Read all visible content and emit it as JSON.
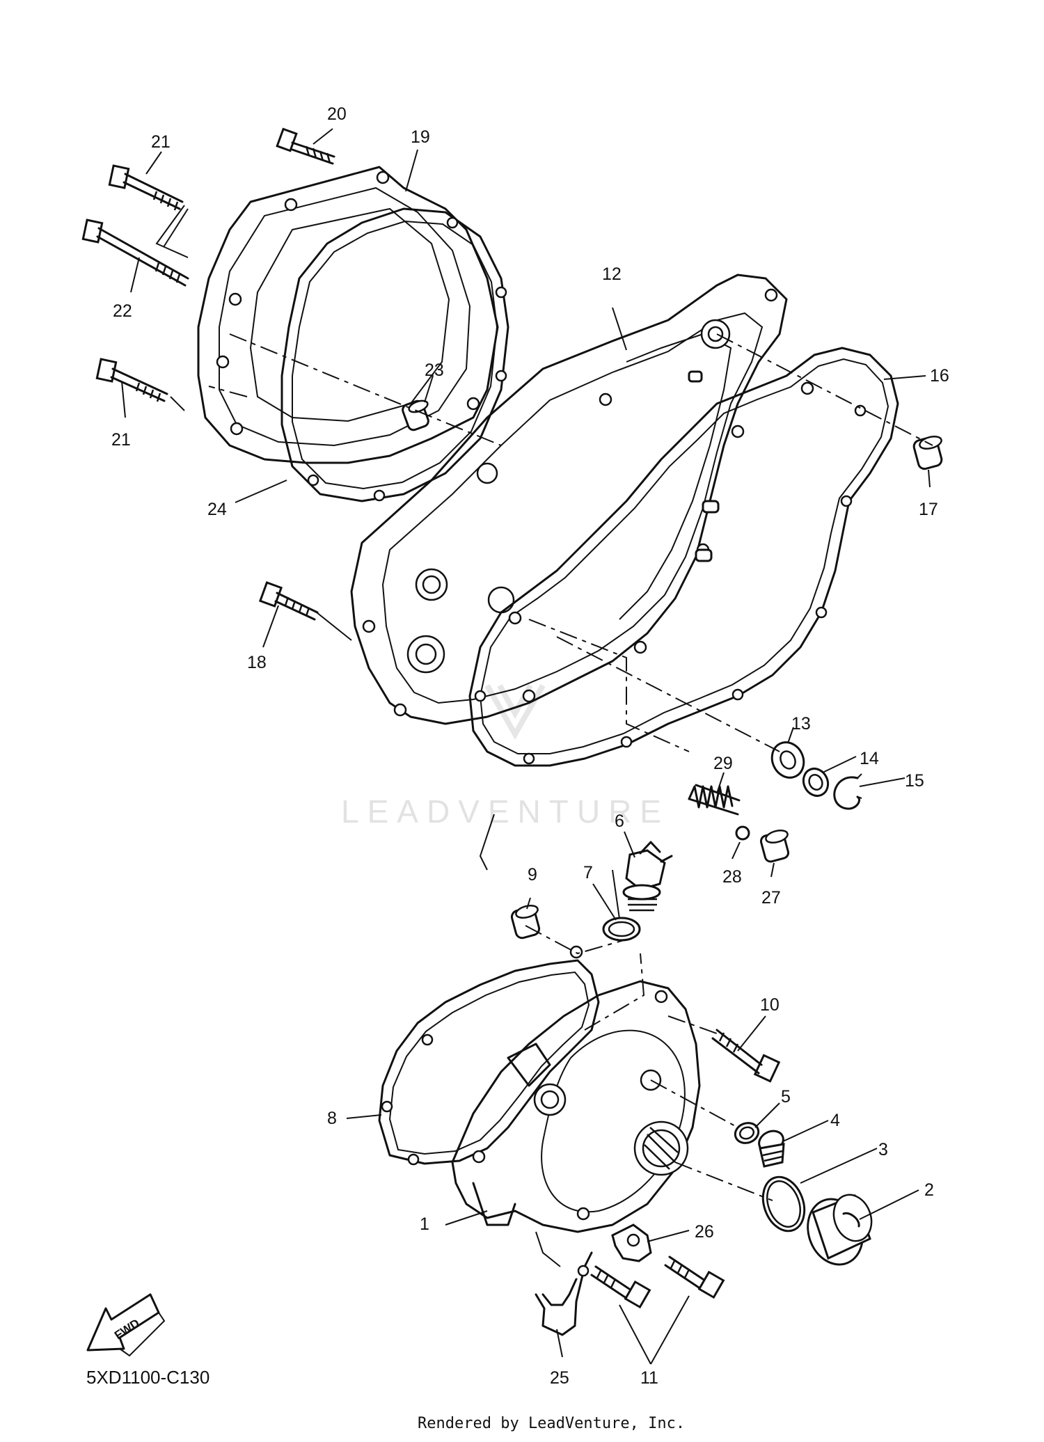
{
  "diagram": {
    "callouts": [
      {
        "num": "1"
      },
      {
        "num": "2"
      },
      {
        "num": "3"
      },
      {
        "num": "4"
      },
      {
        "num": "5"
      },
      {
        "num": "6"
      },
      {
        "num": "7"
      },
      {
        "num": "8"
      },
      {
        "num": "9"
      },
      {
        "num": "10"
      },
      {
        "num": "11"
      },
      {
        "num": "12"
      },
      {
        "num": "13"
      },
      {
        "num": "14"
      },
      {
        "num": "15"
      },
      {
        "num": "16"
      },
      {
        "num": "17"
      },
      {
        "num": "18"
      },
      {
        "num": "19"
      },
      {
        "num": "20"
      },
      {
        "num": "21"
      },
      {
        "num": "21"
      },
      {
        "num": "22"
      },
      {
        "num": "23"
      },
      {
        "num": "24"
      },
      {
        "num": "25"
      },
      {
        "num": "26"
      },
      {
        "num": "27"
      },
      {
        "num": "28"
      },
      {
        "num": "29"
      }
    ],
    "diagram_code": "5XD1100-C130",
    "render_credit": "Rendered by LeadVenture, Inc.",
    "watermark": "LEADVENTURE",
    "fwd_label": "FWD"
  }
}
